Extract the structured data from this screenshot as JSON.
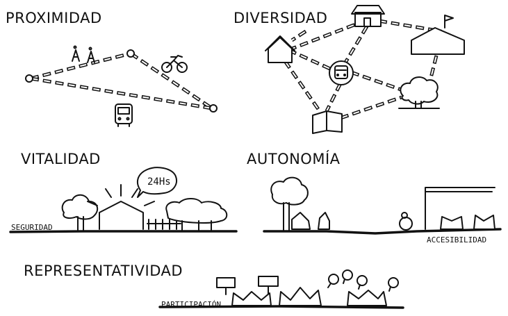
{
  "sections": [
    {
      "title": "PROXIMIDAD"
    },
    {
      "title": "DIVERSIDAD"
    },
    {
      "title": "VITALIDAD",
      "ground_label": "SEGURIDAD",
      "bubble_text": "24Hs"
    },
    {
      "title": "AUTONOMÍA",
      "ground_label": "ACCESIBILIDAD"
    },
    {
      "title": "REPRESENTATIVIDAD",
      "ground_label": "PARTICIPACIÓN"
    }
  ],
  "icons": [
    "person-icon",
    "bicycle-icon",
    "bus-icon",
    "house-icon",
    "school-icon",
    "book-icon",
    "tree-icon",
    "wheelchair-icon",
    "speech-bubble-icon",
    "sign-icon"
  ],
  "colors": {
    "ink": "#111111",
    "background": "#ffffff"
  }
}
